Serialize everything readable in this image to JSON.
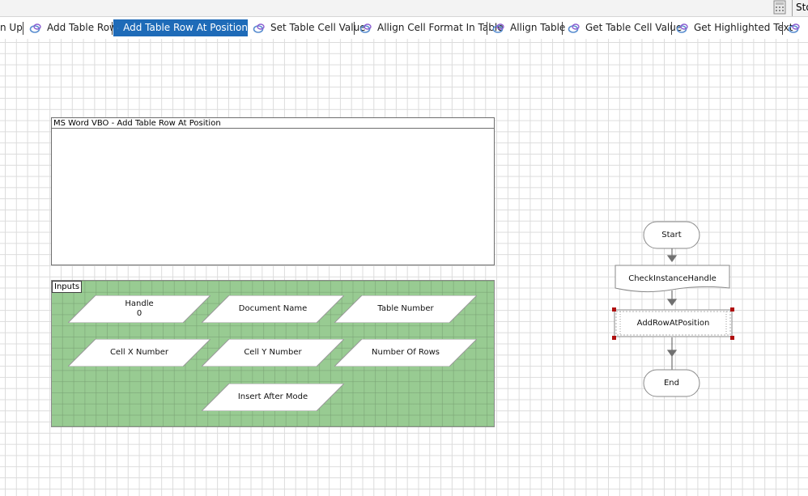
{
  "top_right_label": "Sto",
  "tabs": [
    {
      "label": "n Up",
      "icon": null,
      "active": false
    },
    {
      "label": "Add Table Row",
      "icon": "process-icon",
      "active": false
    },
    {
      "label": "Add Table Row At Position",
      "icon": "process-icon",
      "active": true
    },
    {
      "label": "Set Table Cell Value",
      "icon": "process-icon",
      "active": false
    },
    {
      "label": "Allign Cell Format In Table",
      "icon": "process-icon",
      "active": false
    },
    {
      "label": "Allign Table",
      "icon": "process-icon",
      "active": false
    },
    {
      "label": "Get Table Cell Value",
      "icon": "process-icon",
      "active": false
    },
    {
      "label": "Get Highlighted Text",
      "icon": "process-icon",
      "active": false
    },
    {
      "label": "",
      "icon": "process-icon",
      "active": false
    }
  ],
  "vbo_block": {
    "title": "MS Word VBO - Add Table Row At Position"
  },
  "inputs_block": {
    "label": "Inputs",
    "items": [
      {
        "name": "Handle",
        "value": "0"
      },
      {
        "name": "Document Name",
        "value": ""
      },
      {
        "name": "Table Number",
        "value": ""
      },
      {
        "name": "Cell X Number",
        "value": ""
      },
      {
        "name": "Cell Y Number",
        "value": ""
      },
      {
        "name": "Number Of Rows",
        "value": ""
      },
      {
        "name": "Insert After Mode",
        "value": ""
      }
    ]
  },
  "flowchart": {
    "start": "Start",
    "action": "CheckInstanceHandle",
    "code_stage": "AddRowAtPosition",
    "end": "End"
  },
  "colors": {
    "active_tab": "#1e6bb8",
    "inputs_fill": "#98cb92",
    "selection_handle": "#b01010"
  }
}
